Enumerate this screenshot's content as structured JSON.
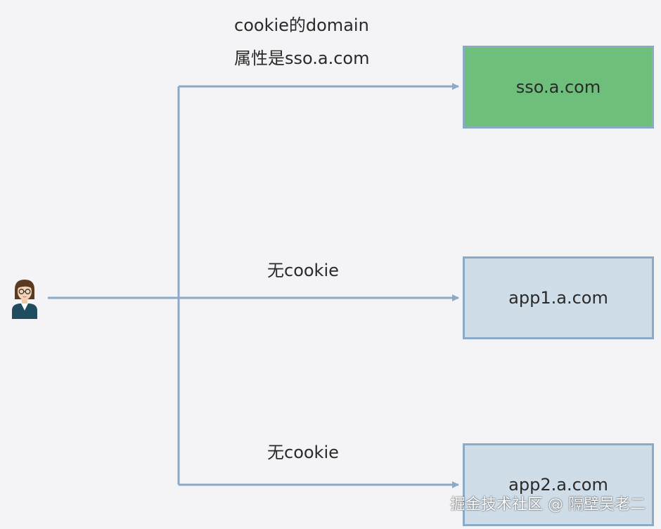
{
  "nodes": {
    "sso": {
      "label": "sso.a.com",
      "color": "#6fbf7c"
    },
    "app1": {
      "label": "app1.a.com",
      "color": "#cfdde9"
    },
    "app2": {
      "label": "app2.a.com",
      "color": "#cfdde9"
    }
  },
  "edges": {
    "to_sso": {
      "line1": "cookie的domain",
      "line2": "属性是sso.a.com"
    },
    "to_app1": {
      "label": "无cookie"
    },
    "to_app2": {
      "label": "无cookie"
    }
  },
  "user": {
    "icon": "user-avatar-icon"
  },
  "watermark": "掘金技术社区 @ 隔壁吴老二",
  "colors": {
    "connector": "#8aaac7",
    "background": "#f4f4f7"
  }
}
